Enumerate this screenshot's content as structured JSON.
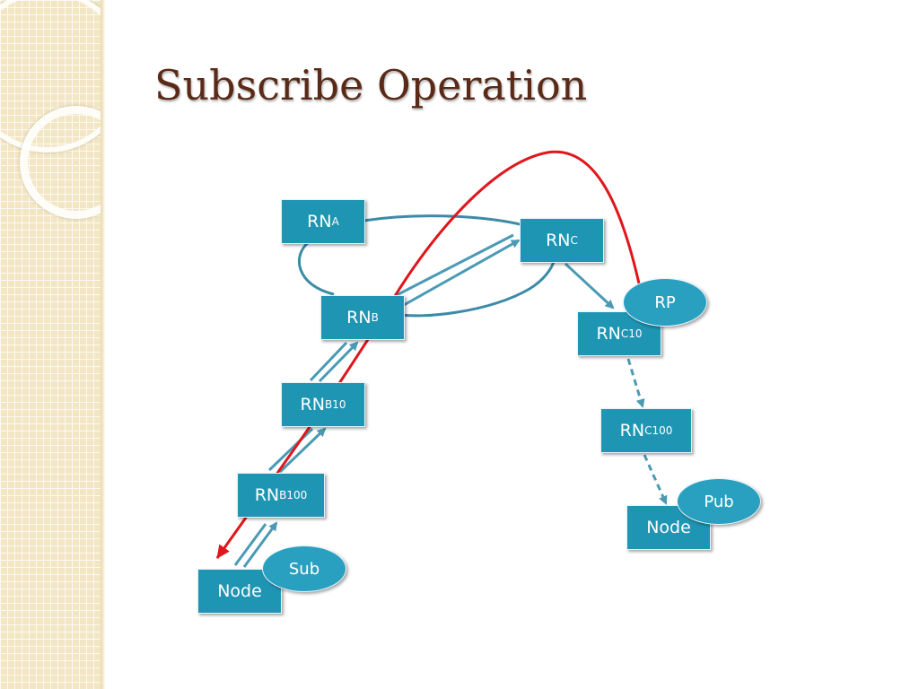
{
  "slide": {
    "title": "Subscribe Operation"
  },
  "nodes": {
    "rn_a": {
      "base": "RN",
      "sub": "A"
    },
    "rn_b": {
      "base": "RN",
      "sub": "B"
    },
    "rn_c": {
      "base": "RN",
      "sub": "C"
    },
    "rn_b10": {
      "base": "RN",
      "sub": "B10"
    },
    "rn_b100": {
      "base": "RN",
      "sub": "B100"
    },
    "rn_c10": {
      "base": "RN",
      "sub": "C10"
    },
    "rn_c100": {
      "base": "RN",
      "sub": "C100"
    },
    "node_sub": {
      "label": "Node"
    },
    "node_pub": {
      "label": "Node"
    }
  },
  "badges": {
    "sub": "Sub",
    "pub": "Pub",
    "rp": "RP"
  },
  "colors": {
    "box_fill": "#1f95b4",
    "arrow": "#4a9ab5",
    "ring": "#3b8ba7",
    "route": "#e0161b",
    "title": "#5a2a17"
  }
}
